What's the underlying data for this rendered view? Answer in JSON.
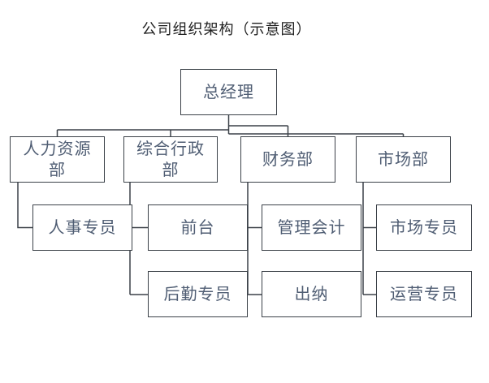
{
  "title": "公司组织架构（示意图）",
  "org_chart": {
    "root": {
      "label": "总经理"
    },
    "departments": [
      {
        "label": "人力资源部",
        "children": [
          {
            "label": "人事专员"
          }
        ]
      },
      {
        "label": "综合行政部",
        "children": [
          {
            "label": "前台"
          },
          {
            "label": "后勤专员"
          }
        ]
      },
      {
        "label": "财务部",
        "children": [
          {
            "label": "管理会计"
          },
          {
            "label": "出纳"
          }
        ]
      },
      {
        "label": "市场部",
        "children": [
          {
            "label": "市场专员"
          },
          {
            "label": "运营专员"
          }
        ]
      }
    ]
  },
  "colors": {
    "background": "#ffffff",
    "line": "#3b4148",
    "box_border": "#3b4148",
    "box_text": "#4f5d73",
    "title_text": "#1f1f1f"
  }
}
